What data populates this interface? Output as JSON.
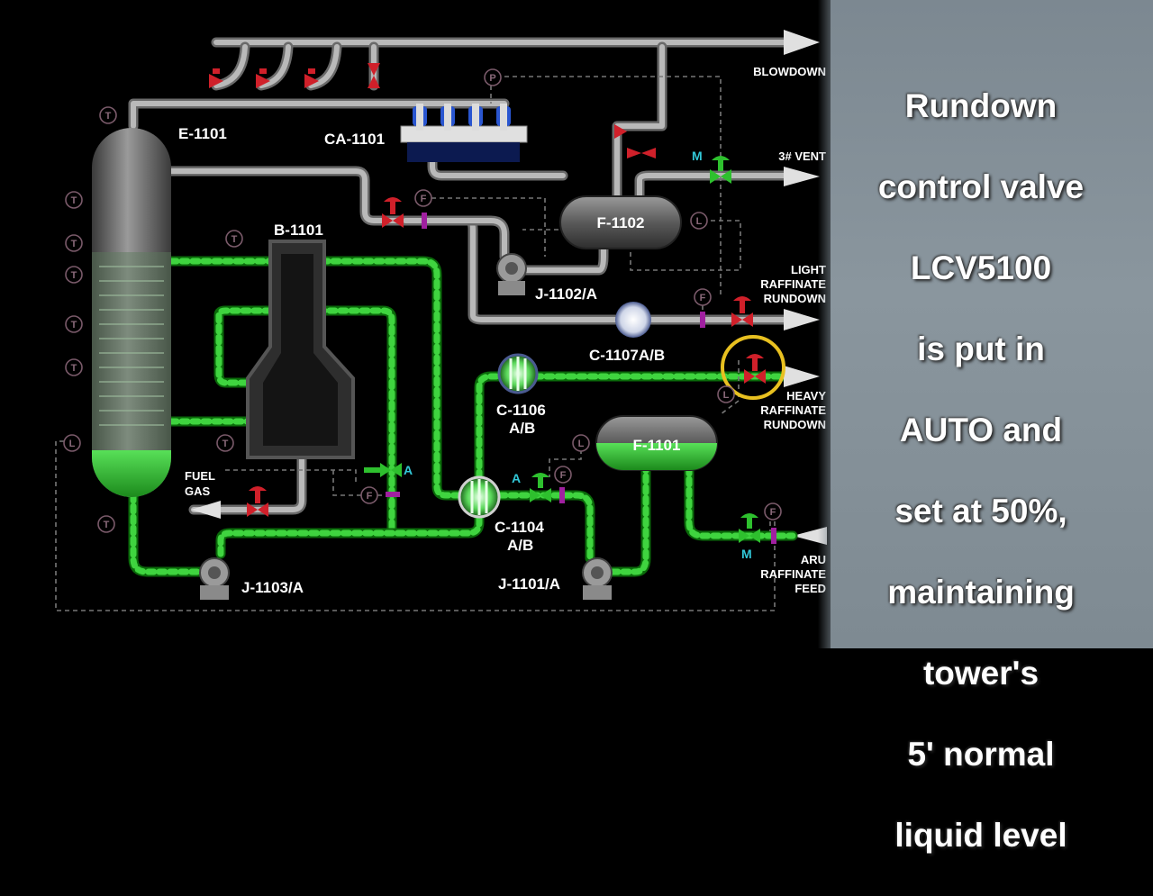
{
  "caption": {
    "lines": [
      "Rundown",
      "control valve",
      "LCV5100",
      "is put in",
      "AUTO and",
      "set at 50%,",
      "maintaining",
      "tower's",
      "5' normal",
      "liquid level"
    ]
  },
  "equipment": {
    "e1101": "E-1101",
    "ca1101": "CA-1101",
    "b1101": "B-1101",
    "f1102": "F-1102",
    "f1101": "F-1101",
    "j1102": "J-1102/A",
    "c1107": "C-1107A/B",
    "c1106_1": "C-1106",
    "c1106_2": "A/B",
    "c1104_1": "C-1104",
    "c1104_2": "A/B",
    "j1103": "J-1103/A",
    "j1101": "J-1101/A"
  },
  "streams": {
    "blowdown": "BLOWDOWN",
    "vent": "3# VENT",
    "light": [
      "LIGHT",
      "RAFFINATE",
      "RUNDOWN"
    ],
    "heavy": [
      "HEAVY",
      "RAFFINATE",
      "RUNDOWN"
    ],
    "aru": [
      "ARU",
      "RAFFINATE",
      "FEED"
    ],
    "fuel": [
      "FUEL",
      "GAS"
    ]
  },
  "instruments": {
    "T": "T",
    "P": "P",
    "F": "F",
    "L": "L",
    "mode_A": "A",
    "mode_M": "M"
  },
  "colors": {
    "process_green": "#3fd43f",
    "pipe_gray": "#b9b9b9",
    "valve_red": "#d0202a",
    "control_purple": "#a020a0",
    "mode_cyan": "#32c8d8",
    "highlight_ring": "#e8c020",
    "caption_panel": "#86929a"
  }
}
